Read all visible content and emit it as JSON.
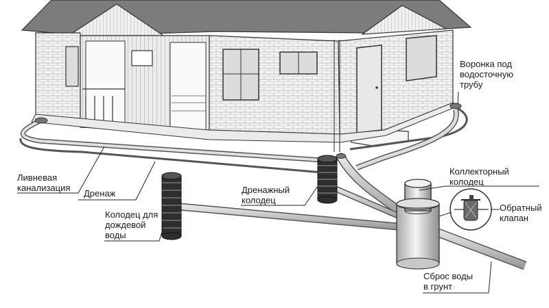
{
  "diagram": {
    "labels": {
      "downpipe_funnel": "Воронка под\nводосточную\nтрубу",
      "collector_well": "Коллекторный\nколодец",
      "check_valve": "Обратный\nклапан",
      "storm_sewer": "Ливневая\nканализация",
      "drainage": "Дренаж",
      "drainage_well": "Дренажный\nколодец",
      "rain_well": "Колодец для\nдождевой\nводы",
      "ground_discharge": "Сброс воды\nв грунт"
    }
  }
}
